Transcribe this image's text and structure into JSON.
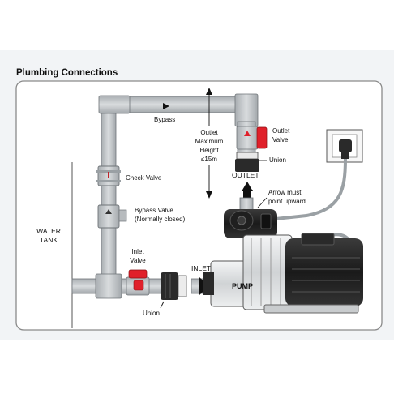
{
  "title": "Plumbing Connections",
  "labels": {
    "bypass": "Bypass",
    "outlet_max_height": [
      "Outlet",
      "Maximum",
      "Height",
      "≤15m"
    ],
    "outlet_valve": [
      "Outlet",
      "Valve"
    ],
    "union_top": "Union",
    "outlet": "OUTLET",
    "check_valve": "Check Valve",
    "bypass_valve": [
      "Bypass Valve",
      "(Normally closed)"
    ],
    "arrow_note": [
      "Arrow must",
      "point upward"
    ],
    "water_tank": [
      "WATER",
      "TANK"
    ],
    "inlet_valve": [
      "Inlet",
      "Valve"
    ],
    "inlet": "INLET",
    "pump": "PUMP",
    "union_bottom": "Union"
  },
  "colors": {
    "pipe": "#bfc3c6",
    "pipe_edge": "#6f7478",
    "valve_red": "#e0202a",
    "pump_dark": "#2a2a2a",
    "pump_silver": "#dedfe0",
    "frame": "#8a8a8a",
    "band": "#f2f4f6"
  }
}
